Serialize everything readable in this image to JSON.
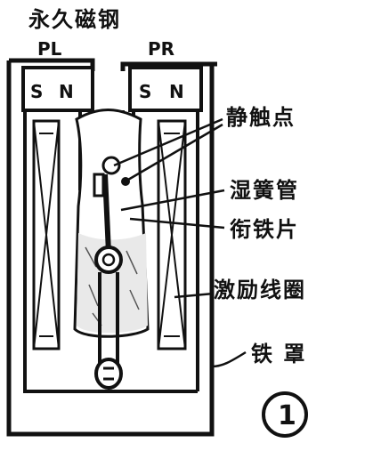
{
  "title": "永久磁钢",
  "magnet_left": {
    "label": "PL",
    "south": "S",
    "north": "N"
  },
  "magnet_right": {
    "label": "PR",
    "south": "S",
    "north": "N"
  },
  "callouts": {
    "static_contact": "静触点",
    "reed_tube": "湿簧管",
    "armature": "衔铁片",
    "coil": "激励线圈",
    "yoke": "铁 罩"
  },
  "figure_number": "1"
}
